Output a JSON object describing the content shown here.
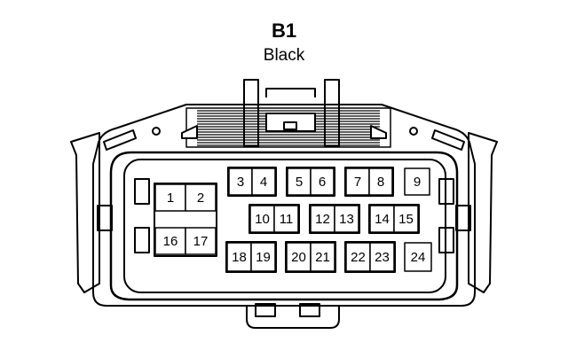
{
  "connector": {
    "id": "B1",
    "color_label": "Black"
  },
  "pins": [
    {
      "n": "1"
    },
    {
      "n": "2"
    },
    {
      "n": "3"
    },
    {
      "n": "4"
    },
    {
      "n": "5"
    },
    {
      "n": "6"
    },
    {
      "n": "7"
    },
    {
      "n": "8"
    },
    {
      "n": "9"
    },
    {
      "n": "10"
    },
    {
      "n": "11"
    },
    {
      "n": "12"
    },
    {
      "n": "13"
    },
    {
      "n": "14"
    },
    {
      "n": "15"
    },
    {
      "n": "16"
    },
    {
      "n": "17"
    },
    {
      "n": "18"
    },
    {
      "n": "19"
    },
    {
      "n": "20"
    },
    {
      "n": "21"
    },
    {
      "n": "22"
    },
    {
      "n": "23"
    },
    {
      "n": "24"
    }
  ],
  "colors": {
    "line": "#000000",
    "background": "#ffffff"
  }
}
